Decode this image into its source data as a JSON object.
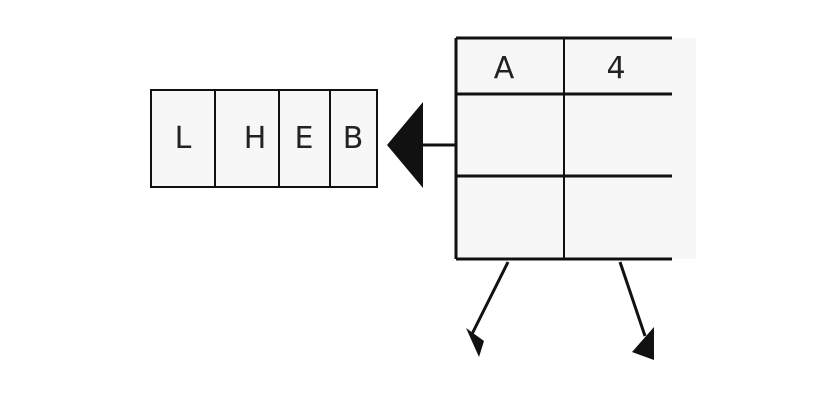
{
  "diagram": {
    "left_array": {
      "cells": [
        "L",
        "H",
        "E",
        "B"
      ]
    },
    "right_table": {
      "header": [
        "A",
        "4"
      ],
      "rows": [
        [
          "",
          ""
        ],
        [
          "",
          ""
        ]
      ]
    },
    "colors": {
      "line": "#111111",
      "cell_bg": "#f7f7f7",
      "text": "#222222"
    }
  }
}
